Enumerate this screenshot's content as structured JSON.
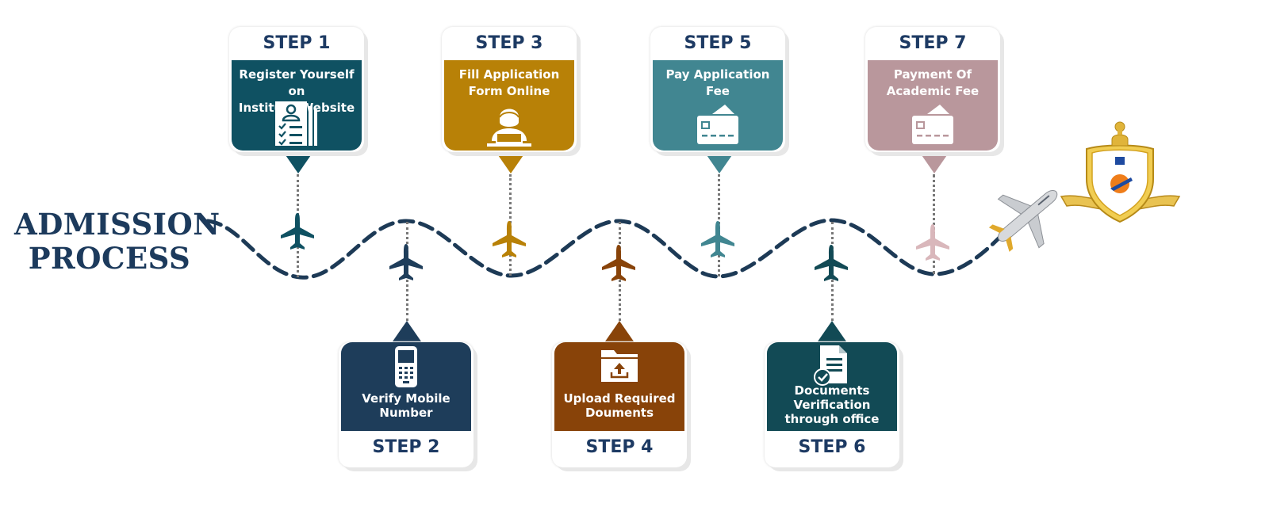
{
  "title": {
    "line1": "ADMISSION",
    "line2": "PROCESS"
  },
  "steps": [
    {
      "label": "STEP 1",
      "text_lines": [
        "Register Yourself on",
        "Institute Website"
      ],
      "color": "#0f5162",
      "icon": "registration-document-icon"
    },
    {
      "label": "STEP 2",
      "text_lines": [
        "Verify Mobile",
        "Number"
      ],
      "color": "#1e3d5a",
      "icon": "mobile-phone-icon"
    },
    {
      "label": "STEP 3",
      "text_lines": [
        "Fill Application",
        "Form Online"
      ],
      "color": "#b88107",
      "icon": "person-at-laptop-icon"
    },
    {
      "label": "STEP 4",
      "text_lines": [
        "Upload Required",
        "Douments"
      ],
      "color": "#884309",
      "icon": "upload-folder-icon"
    },
    {
      "label": "STEP 5",
      "text_lines": [
        "Pay Application",
        "Fee"
      ],
      "color": "#418691",
      "icon": "payment-card-icon"
    },
    {
      "label": "STEP 6",
      "text_lines": [
        "Documents",
        "Verification",
        "through office"
      ],
      "color": "#124a55",
      "icon": "verified-document-icon"
    },
    {
      "label": "STEP 7",
      "text_lines": [
        "Payment Of",
        "Academic Fee"
      ],
      "color": "#b9979c",
      "icon": "payment-card-icon"
    }
  ],
  "colors": {
    "title": "#1c3a5c",
    "path": "#1d3a56",
    "step_label": "#1d3a63",
    "gold": "#d4a321"
  },
  "icons": {
    "airplane": "airplane-icon",
    "crest": "institute-crest-logo"
  }
}
